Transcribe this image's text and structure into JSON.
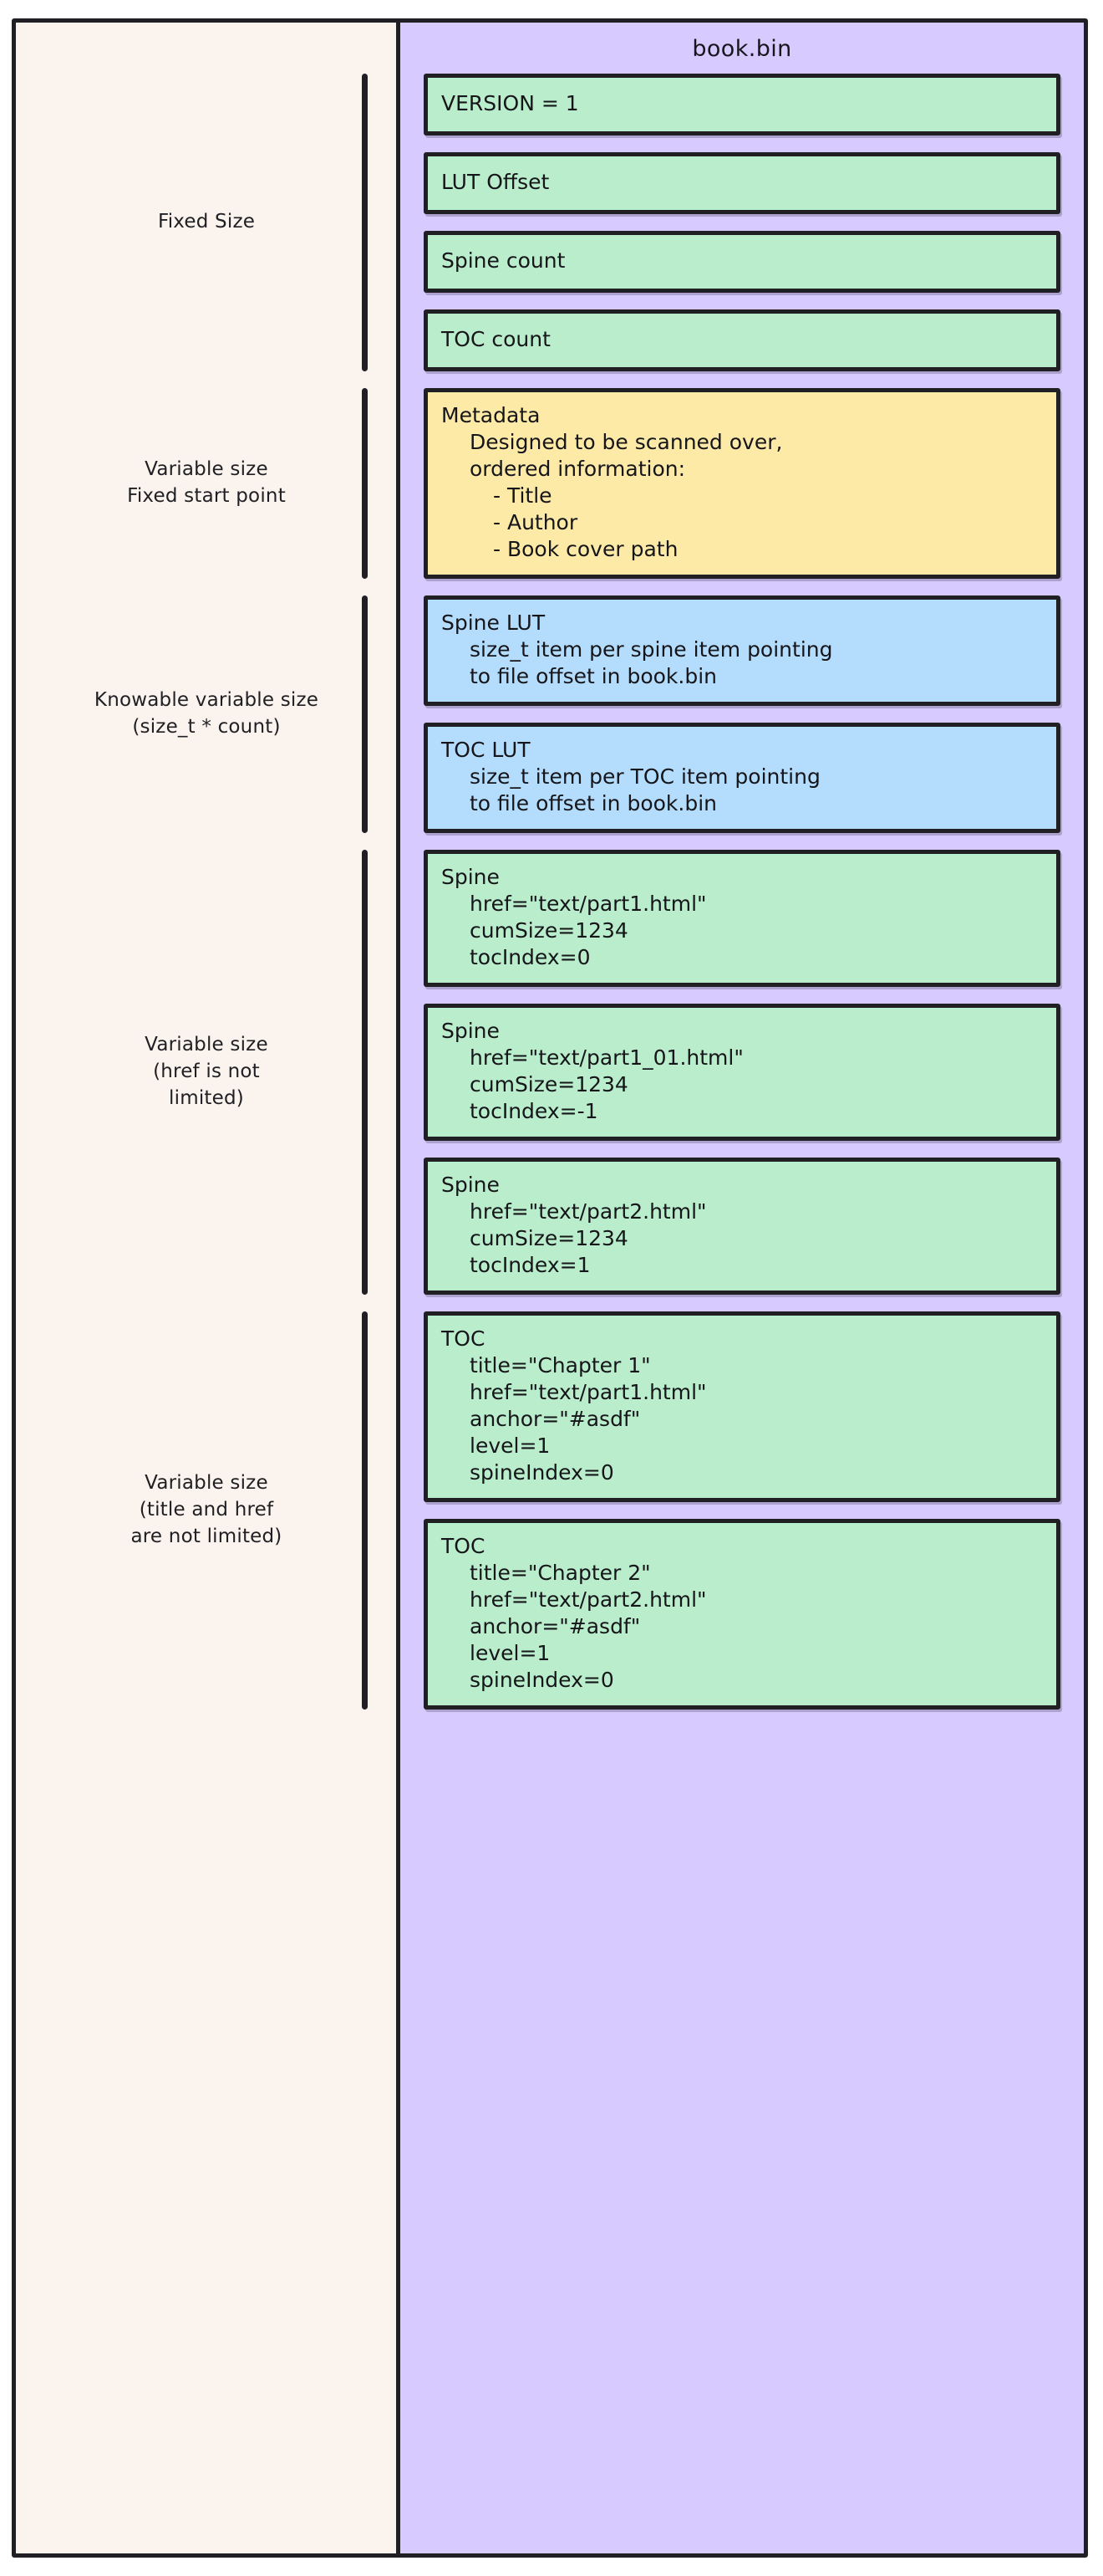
{
  "diagram": {
    "file_title": "book.bin",
    "colors": {
      "background": "#faf3ee",
      "container": "#d6caff",
      "green": "#b9edcc",
      "yellow": "#fdeaa7",
      "blue": "#b3dcfd",
      "stroke": "#1f1f24"
    }
  },
  "annotations": [
    {
      "text": "Fixed Size"
    },
    {
      "text": "Variable size\nFixed start point"
    },
    {
      "text": "Knowable variable size\n(size_t * count)"
    },
    {
      "text": "Variable size\n(href is not\nlimited)"
    },
    {
      "text": "Variable size\n(title and href\nare not limited)"
    }
  ],
  "blocks": [
    {
      "color": "green",
      "head": "VERSION = 1",
      "lines": []
    },
    {
      "color": "green",
      "head": "LUT Offset",
      "lines": []
    },
    {
      "color": "green",
      "head": "Spine count",
      "lines": []
    },
    {
      "color": "green",
      "head": "TOC count",
      "lines": []
    },
    {
      "color": "yellow",
      "head": "Metadata",
      "lines": [
        "Designed to be scanned over,",
        "ordered information:",
        "  - Title",
        "  - Author",
        "  - Book cover path"
      ]
    },
    {
      "color": "blue",
      "head": "Spine LUT",
      "lines": [
        "size_t item per spine item pointing",
        "to file offset in book.bin"
      ]
    },
    {
      "color": "blue",
      "head": "TOC LUT",
      "lines": [
        "size_t item per TOC item pointing",
        "to file offset in book.bin"
      ]
    },
    {
      "color": "green",
      "head": "Spine",
      "lines": [
        "href=\"text/part1.html\"",
        "cumSize=1234",
        "tocIndex=0"
      ]
    },
    {
      "color": "green",
      "head": "Spine",
      "lines": [
        "href=\"text/part1_01.html\"",
        "cumSize=1234",
        "tocIndex=-1"
      ]
    },
    {
      "color": "green",
      "head": "Spine",
      "lines": [
        "href=\"text/part2.html\"",
        "cumSize=1234",
        "tocIndex=1"
      ]
    },
    {
      "color": "green",
      "head": "TOC",
      "lines": [
        "title=\"Chapter 1\"",
        "href=\"text/part1.html\"",
        "anchor=\"#asdf\"",
        "level=1",
        "spineIndex=0"
      ]
    },
    {
      "color": "green",
      "head": "TOC",
      "lines": [
        "title=\"Chapter 2\"",
        "href=\"text/part2.html\"",
        "anchor=\"#asdf\"",
        "level=1",
        "spineIndex=0"
      ]
    }
  ]
}
